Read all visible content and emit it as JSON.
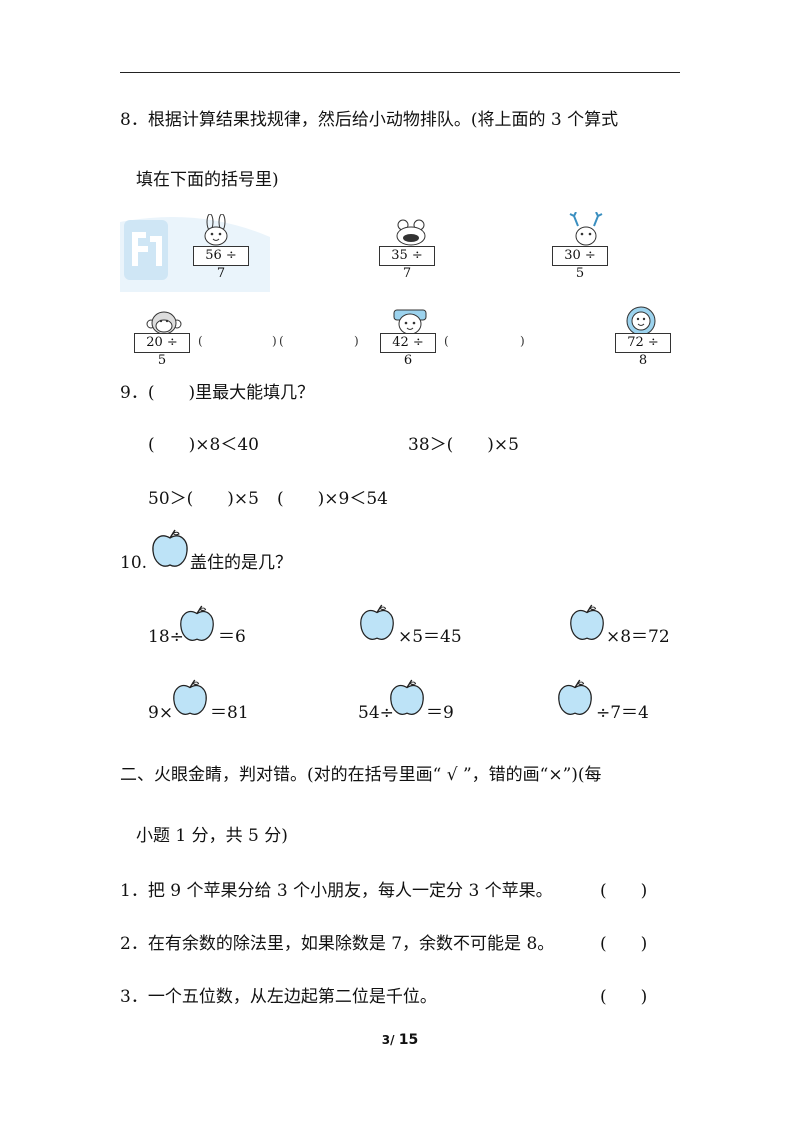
{
  "q8": {
    "line1": "8．根据计算结果找规律，然后给小动物排队。(将上面的 3 个算式",
    "line2": "填在下面的括号里)",
    "top_expressions": [
      "56 ÷ 7",
      "35 ÷ 7",
      "30 ÷ 5"
    ],
    "bottom_expressions": [
      "20 ÷ 5",
      "42 ÷ 6",
      "72 ÷ 8"
    ],
    "paren_open": "(",
    "paren_close": ")",
    "animals": [
      "rabbit",
      "frog",
      "deer",
      "monkey",
      "cat",
      "lion"
    ]
  },
  "q9": {
    "title": "9．(　　)里最大能填几？",
    "items": [
      "(　　)×8＜40",
      "38＞(　　)×5",
      "50＞(　　)×5",
      "(　　)×9＜54"
    ]
  },
  "q10": {
    "prefix": "10.",
    "suffix": "盖住的是几？",
    "items": [
      {
        "left": "18÷",
        "right": "＝6"
      },
      {
        "left": "",
        "right": "×5＝45"
      },
      {
        "left": "",
        "right": "×8＝72"
      },
      {
        "left": "9×",
        "right": "＝81"
      },
      {
        "left": "54÷",
        "right": "＝9"
      },
      {
        "left": "",
        "right": "÷7＝4"
      }
    ]
  },
  "section2": {
    "line1": "二、火眼金睛，判对错。(对的在括号里画“ √ ”，错的画“×”)(每",
    "line2": "小题 1 分，共 5 分)",
    "items": [
      {
        "text": "1．把 9 个苹果分给 3 个小朋友，每人一定分 3 个苹果。",
        "bracket": "(　　)"
      },
      {
        "text": "2．在有余数的除法里，如果除数是 7，余数不可能是 8。",
        "bracket": "(　　)"
      },
      {
        "text": "3．一个五位数，从左边起第二位是千位。",
        "bracket": "(　　)"
      }
    ]
  },
  "footer": {
    "page": "3/",
    "total": "15"
  },
  "colors": {
    "apple_fill": "#bde3f7",
    "apple_stroke": "#222222",
    "watermark": "#cfe6f5"
  }
}
